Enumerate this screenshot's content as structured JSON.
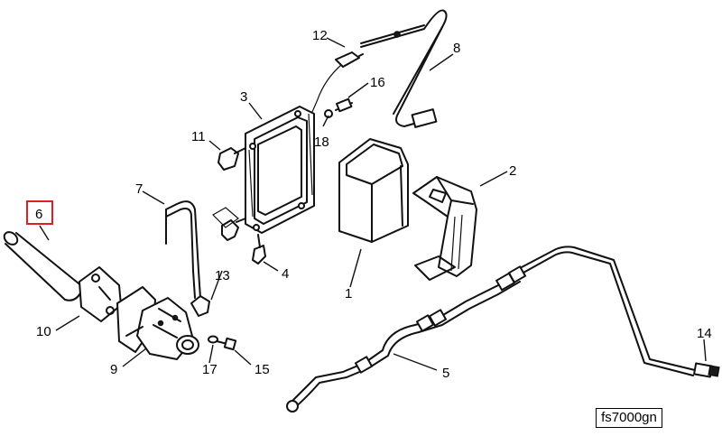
{
  "diagram": {
    "callouts": [
      {
        "id": "c1",
        "label": "1"
      },
      {
        "id": "c2",
        "label": "2"
      },
      {
        "id": "c3",
        "label": "3"
      },
      {
        "id": "c4",
        "label": "4"
      },
      {
        "id": "c5",
        "label": "5"
      },
      {
        "id": "c6",
        "label": "6"
      },
      {
        "id": "c7",
        "label": "7"
      },
      {
        "id": "c8",
        "label": "8"
      },
      {
        "id": "c9",
        "label": "9"
      },
      {
        "id": "c10",
        "label": "10"
      },
      {
        "id": "c11",
        "label": "11"
      },
      {
        "id": "c12",
        "label": "12"
      },
      {
        "id": "c13",
        "label": "13"
      },
      {
        "id": "c14",
        "label": "14"
      },
      {
        "id": "c15",
        "label": "15"
      },
      {
        "id": "c16",
        "label": "16"
      },
      {
        "id": "c17",
        "label": "17"
      },
      {
        "id": "c18",
        "label": "18"
      }
    ],
    "highlighted_callout": "6",
    "highlight_color": "#e02020",
    "figure_code": "fs7000gn"
  }
}
